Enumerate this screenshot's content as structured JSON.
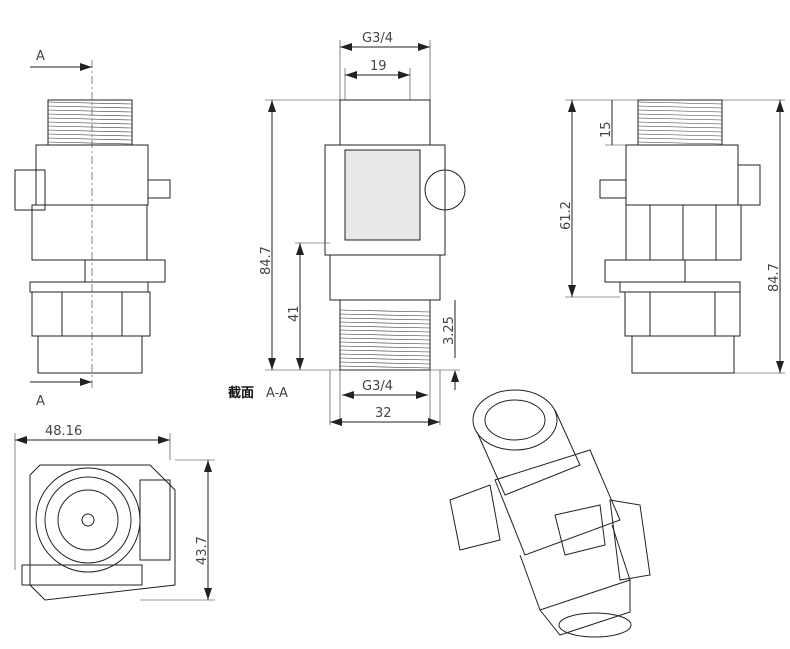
{
  "section_marks": {
    "top": "A",
    "bottom": "A"
  },
  "section_view": {
    "top_thread": "G3/4",
    "inner_width": "19",
    "overall_height": "84.7",
    "lower_height": "41",
    "offset": "3.25",
    "bottom_thread": "G3/4",
    "outer_width": "32",
    "caption_cn": "截面",
    "caption": "A-A"
  },
  "side_view": {
    "thread_length": "15",
    "height_to_body": "61.2",
    "overall_height": "84.7"
  },
  "bottom_view": {
    "width": "48.16",
    "height": "43.7"
  }
}
